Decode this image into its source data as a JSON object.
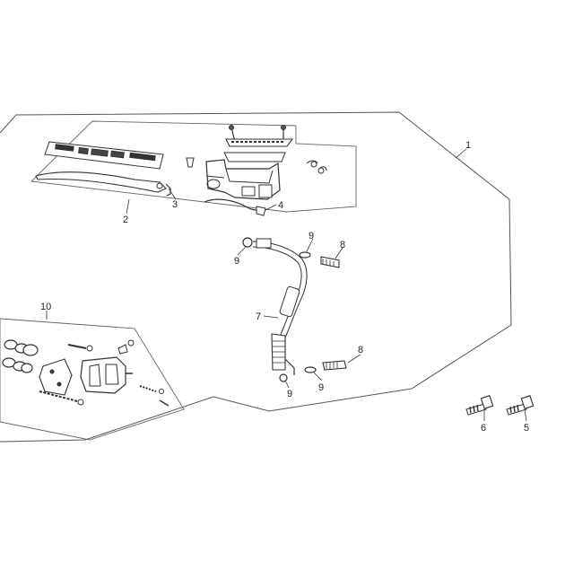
{
  "diagram": {
    "callouts": {
      "c1": "1",
      "c2": "2",
      "c3": "3",
      "c4": "4",
      "c5": "5",
      "c6": "6",
      "c7": "7",
      "c8a": "8",
      "c8b": "8",
      "c9a": "9",
      "c9b": "9",
      "c9c": "9",
      "c9d": "9",
      "c10": "10"
    }
  }
}
